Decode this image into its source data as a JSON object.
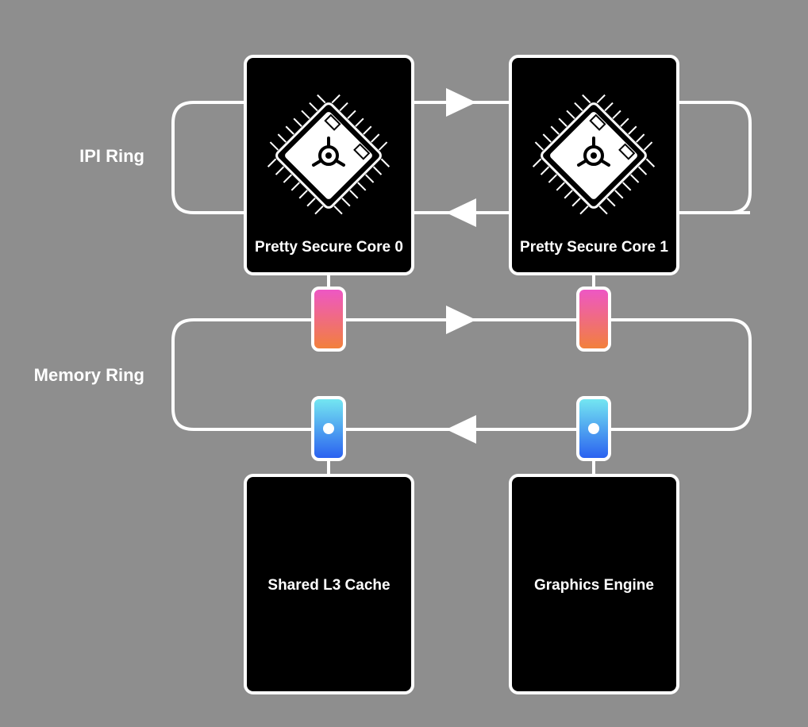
{
  "rings": {
    "ipi_label": "IPI Ring",
    "memory_label": "Memory Ring"
  },
  "cores": [
    {
      "label": "Pretty Secure Core 0",
      "icon": "cpu-chip-icon"
    },
    {
      "label": "Pretty Secure Core 1",
      "icon": "cpu-chip-icon"
    }
  ],
  "devices": [
    {
      "label": "Shared L3 Cache"
    },
    {
      "label": "Graphics Engine"
    }
  ],
  "colors": {
    "background": "#8e8e8e",
    "block": "#000000",
    "line": "#ffffff",
    "egress_gradient": [
      "#ee57c4",
      "#f2803c"
    ],
    "ingress_gradient": [
      "#74e6f1",
      "#2b62f0"
    ]
  }
}
